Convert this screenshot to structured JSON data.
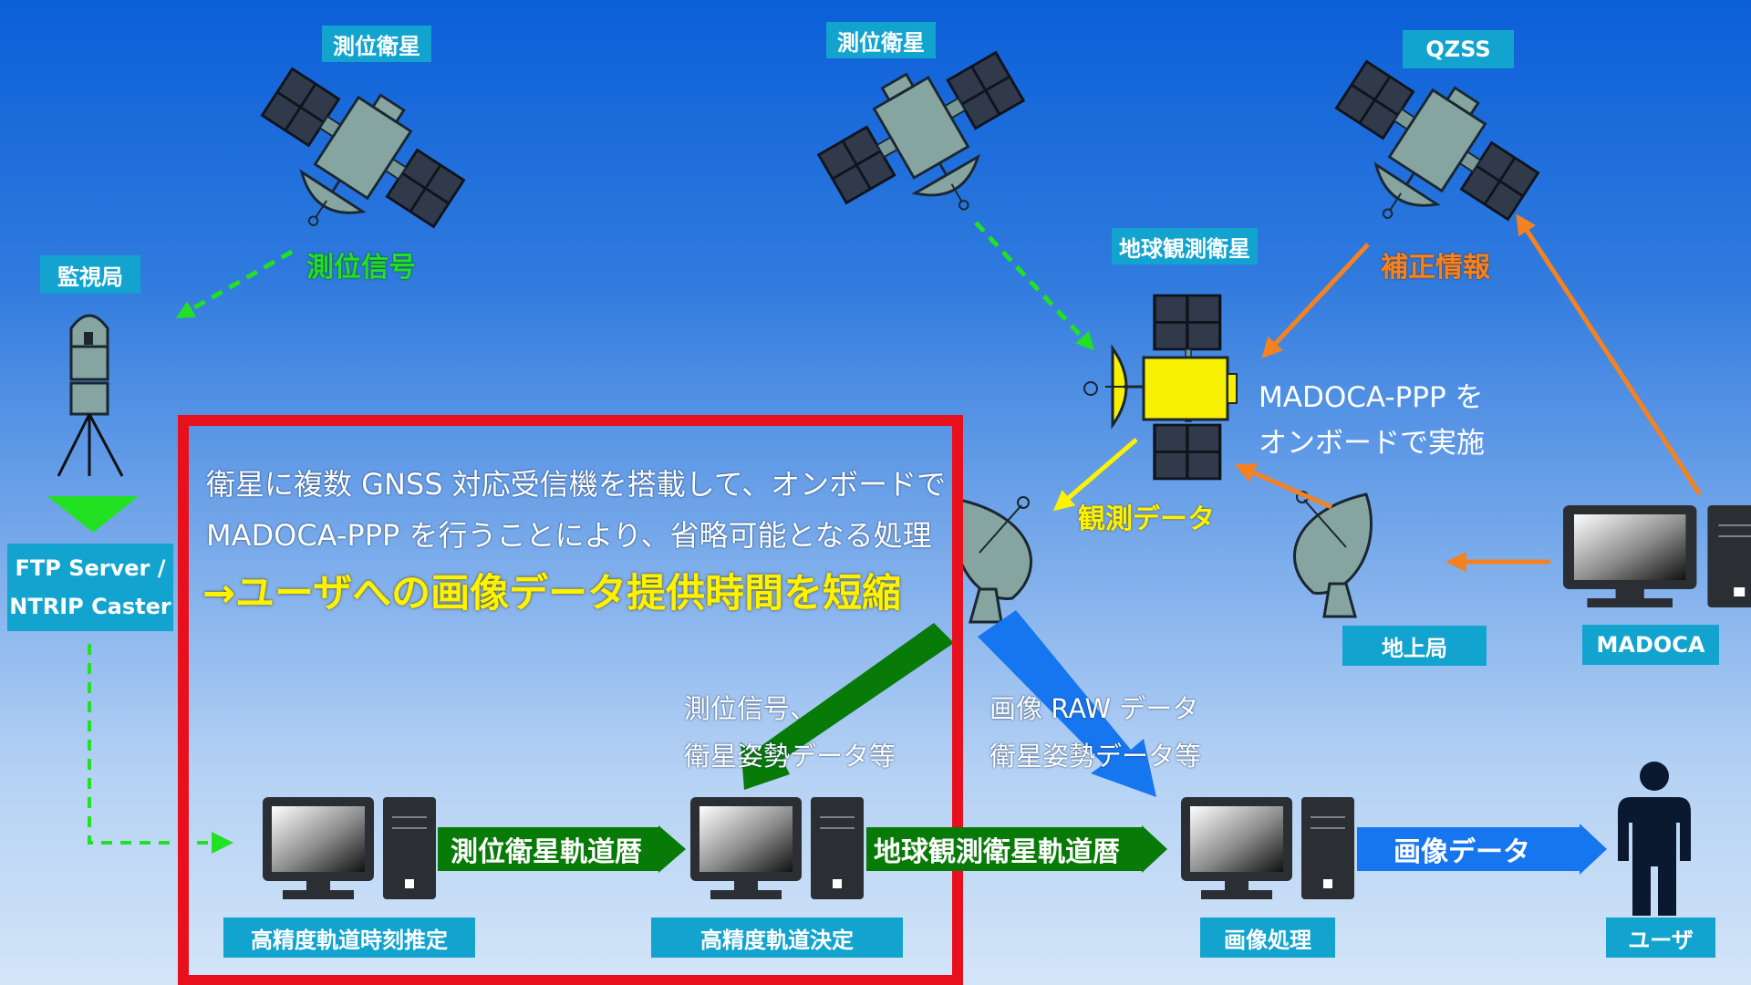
{
  "labels": {
    "sat_left": "測位衛星",
    "sat_mid": "測位衛星",
    "qzss": "QZSS",
    "eo_sat": "地球観測衛星",
    "monitor": "監視局",
    "ftp_line1": "FTP Server /",
    "ftp_line2": "NTRIP Caster",
    "ground": "地上局",
    "madoca": "MADOCA",
    "orbit_time": "高精度軌道時刻推定",
    "orbit_det": "高精度軌道決定",
    "image_proc": "画像処理",
    "user": "ユーザ"
  },
  "annotations": {
    "pos_signal_left": "測位信号",
    "correction": "補正情報",
    "onboard_line1": "MADOCA-PPP を",
    "onboard_line2": "オンボードで実施",
    "obs_data": "観測データ",
    "pos_sig_line1": "測位信号、",
    "pos_sig_line2": "衛星姿勢データ等",
    "raw_line1": "画像 RAW データ",
    "raw_line2": "衛星姿勢データ等"
  },
  "box": {
    "line1": "衛星に複数 GNSS 対応受信機を搭載して、オンボードで",
    "line2": "MADOCA-PPP を行うことにより、省略可能となる処理",
    "highlight": "→ユーザへの画像データ提供時間を短縮"
  },
  "arrows": {
    "ephemeris": "測位衛星軌道暦",
    "eo_ephemeris": "地球観測衛星軌道暦",
    "image_data": "画像データ"
  },
  "colors": {
    "highlight_box": "#e8101c",
    "green_dashed": "#22e022",
    "orange": "#f58220",
    "yellow": "#fff200",
    "dark_green": "#077a07",
    "blue_arrow": "#1676f0",
    "label_bg": "#12a3cf"
  }
}
